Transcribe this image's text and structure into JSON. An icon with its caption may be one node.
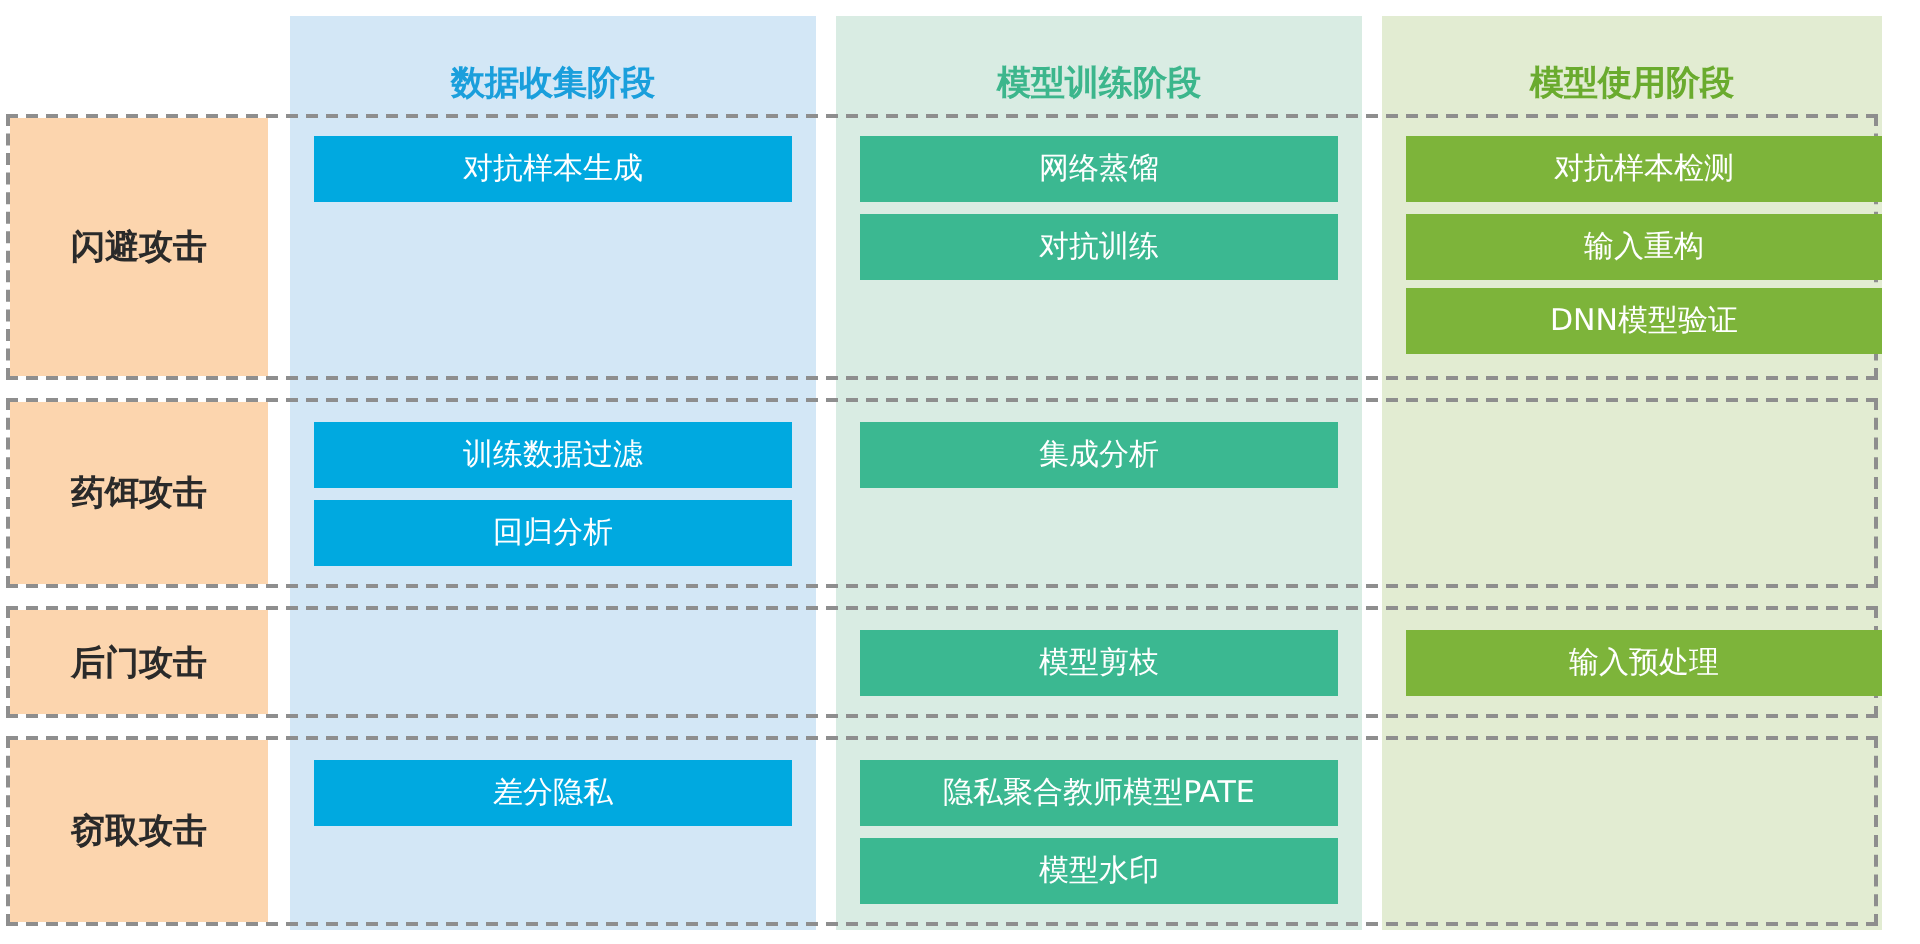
{
  "diagram": {
    "nodes": [
      {
        "text": [
          "数据收集阶段"
        ]
      },
      {
        "text": [
          "模型训练阶段"
        ]
      },
      {
        "text": [
          "模型使用阶段"
        ]
      },
      {
        "text": [
          "闪避攻击"
        ]
      },
      {
        "text": [
          "药饵攻击"
        ]
      },
      {
        "text": [
          "后门攻击"
        ]
      },
      {
        "text": [
          "窃取攻击"
        ]
      },
      {
        "text": [
          "对抗样本生成"
        ]
      },
      {
        "text": [
          "网络蒸馏"
        ]
      },
      {
        "text": [
          "对抗样本检测"
        ]
      },
      {
        "text": [
          "对抗训练"
        ]
      },
      {
        "text": [
          "输入重构"
        ]
      },
      {
        "text": [
          "DNN模型验证"
        ]
      },
      {
        "text": [
          "训练数据过滤"
        ]
      },
      {
        "text": [
          "集成分析"
        ]
      },
      {
        "text": [
          "回归分析"
        ]
      },
      {
        "text": [
          "模型剪枝"
        ]
      },
      {
        "text": [
          "输入预处理"
        ]
      },
      {
        "text": [
          "差分隐私"
        ]
      },
      {
        "text": [
          "隐私聚合教师模型PATE"
        ]
      },
      {
        "text": [
          "模型水印"
        ]
      }
    ]
  }
}
